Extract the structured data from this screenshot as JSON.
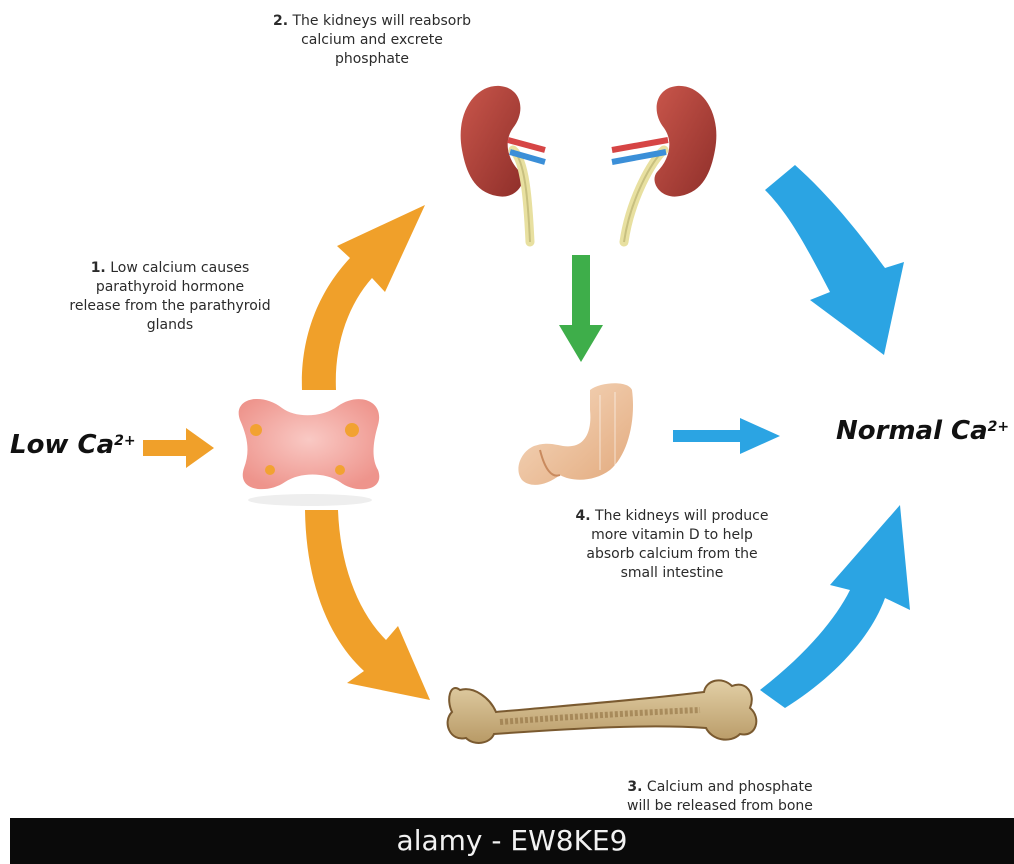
{
  "steps": {
    "step1_num": "1.",
    "step1_lines": [
      "Low calcium causes",
      "parathyroid hormone",
      "release from the parathyroid",
      "glands"
    ],
    "step2_num": "2.",
    "step2_lines": [
      "The kidneys will reabsorb",
      "calcium and excrete",
      "phosphate"
    ],
    "step3_num": "3.",
    "step3_lines": [
      "Calcium and phosphate",
      "will be released from bone"
    ],
    "step4_num": "4.",
    "step4_lines": [
      "The kidneys will produce",
      "more vitamin D to help",
      "absorb calcium from the",
      "small intestine"
    ]
  },
  "labels": {
    "low_text": "Low Ca",
    "low_sup": "2+",
    "normal_text": "Normal Ca",
    "normal_sup": "2+"
  },
  "watermark": "alamy - EW8KE9",
  "colors": {
    "orange": "#f0a02a",
    "blue": "#2ba4e3",
    "green": "#3eae4a",
    "kidney": "#b5463e",
    "thyroid": "#f2a6a0",
    "bone": "#cdb58a"
  }
}
